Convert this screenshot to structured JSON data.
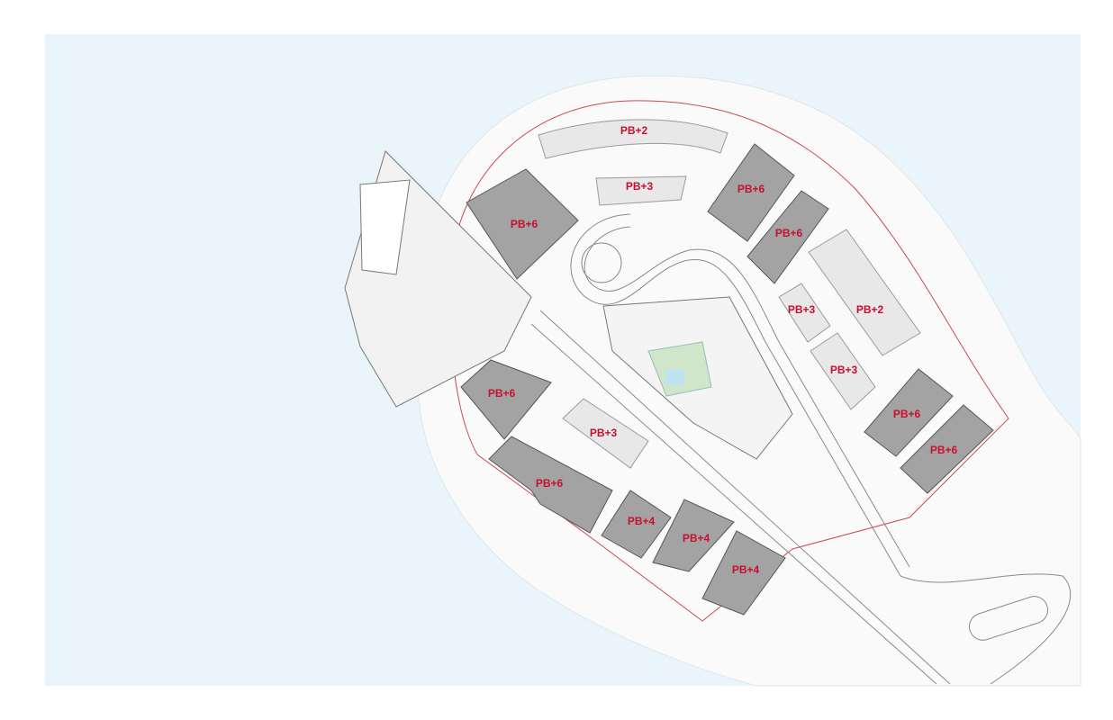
{
  "colors": {
    "water": "#eaf5fb",
    "land": "#fafafa",
    "plot_boundary": "#d0484f",
    "label": "#c8102e",
    "building_dark": "#a3a3a3",
    "building_light": "#e8e8e8"
  },
  "plots": [
    {
      "label": "PB+2",
      "tone": "light"
    },
    {
      "label": "PB+3",
      "tone": "light"
    },
    {
      "label": "PB+6",
      "tone": "dark"
    },
    {
      "label": "PB+6",
      "tone": "dark"
    },
    {
      "label": "PB+6",
      "tone": "dark"
    },
    {
      "label": "PB+3",
      "tone": "light"
    },
    {
      "label": "PB+2",
      "tone": "light"
    },
    {
      "label": "PB+3",
      "tone": "light"
    },
    {
      "label": "PB+6",
      "tone": "dark"
    },
    {
      "label": "PB+6",
      "tone": "dark"
    },
    {
      "label": "PB+6",
      "tone": "dark"
    },
    {
      "label": "PB+3",
      "tone": "light"
    },
    {
      "label": "PB+6",
      "tone": "dark"
    },
    {
      "label": "PB+4",
      "tone": "dark"
    },
    {
      "label": "PB+4",
      "tone": "dark"
    },
    {
      "label": "PB+4",
      "tone": "dark"
    }
  ]
}
